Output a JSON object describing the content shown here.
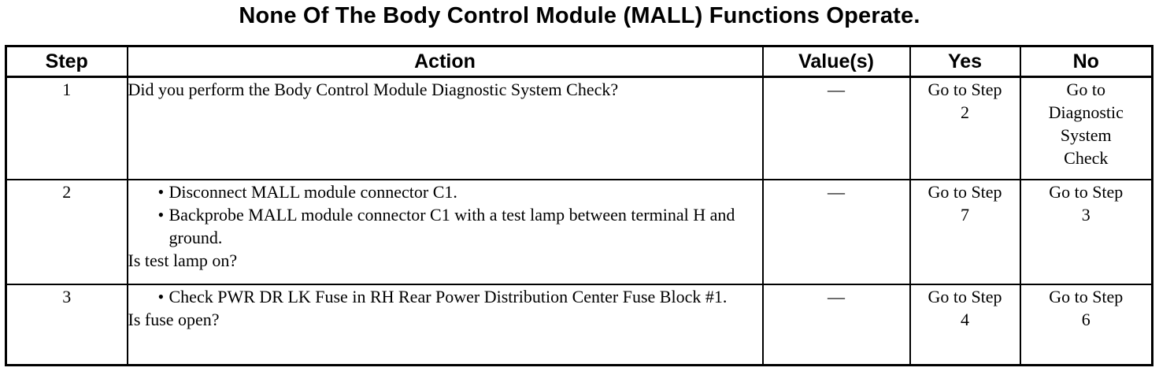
{
  "title": "None Of The Body Control Module (MALL) Functions Operate.",
  "table": {
    "headers": {
      "step": "Step",
      "action": "Action",
      "values": "Value(s)",
      "yes": "Yes",
      "no": "No"
    },
    "rows": [
      {
        "step": "1",
        "action_text": "Did you perform the Body Control Module Diagnostic System Check?",
        "value": "—",
        "yes": "Go to Step 2",
        "no": "Go to Diagnostic System Check"
      },
      {
        "step": "2",
        "bullets": [
          "Disconnect MALL module connector C1.",
          "Backprobe MALL module connector C1 with a test lamp between terminal H and ground."
        ],
        "question": "Is test lamp on?",
        "value": "—",
        "yes": "Go to Step 7",
        "no": "Go to Step 3"
      },
      {
        "step": "3",
        "bullets": [
          "Check PWR DR LK Fuse in RH Rear Power Distribution Center Fuse Block #1."
        ],
        "question": "Is fuse open?",
        "value": "—",
        "yes": "Go to Step 4",
        "no": "Go to Step 6"
      }
    ]
  }
}
